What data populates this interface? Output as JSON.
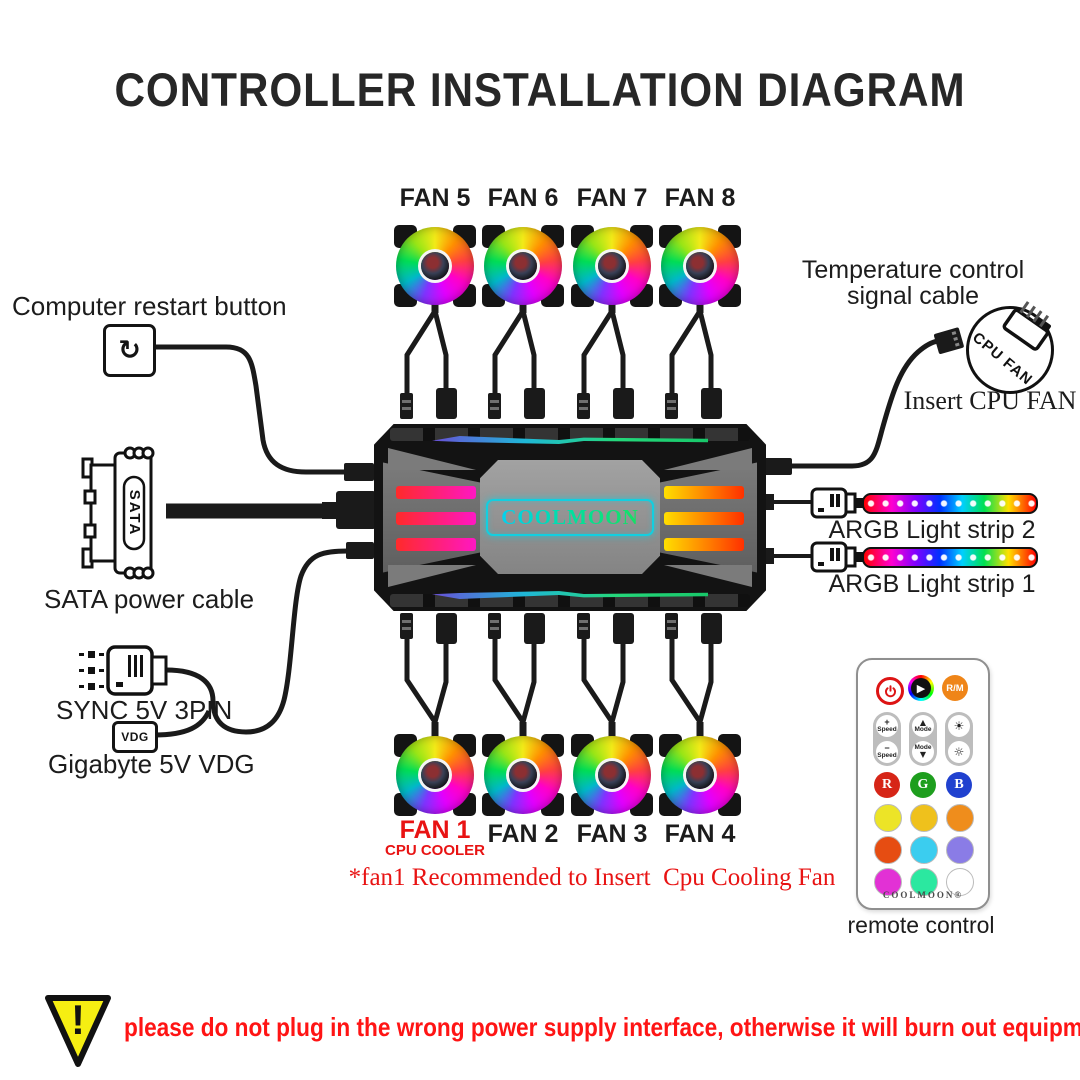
{
  "title": "CONTROLLER INSTALLATION DIAGRAM",
  "fans": {
    "top": [
      "FAN 5",
      "FAN 6",
      "FAN 7",
      "FAN 8"
    ],
    "bottom": [
      "FAN 1",
      "FAN 2",
      "FAN 3",
      "FAN 4"
    ],
    "fan1_sub": "CPU COOLER"
  },
  "left": {
    "restart_label": "Computer restart button",
    "restart_icon_glyph": "↻",
    "sata_connector_text": "SATA",
    "sata_label": "SATA power cable",
    "sync_label": "SYNC 5V 3PIN",
    "vdg_connector_text": "VDG",
    "vdg_label": "Gigabyte 5V VDG"
  },
  "right": {
    "temp_line1": "Temperature control",
    "temp_line2": "signal cable",
    "cpu_fan_circle_text": "CPU FAN",
    "insert_cpu_fan": "Insert CPU FAN",
    "argb_strip2_label": "ARGB Light strip 2",
    "argb_strip1_label": "ARGB Light strip 1"
  },
  "controller": {
    "brand": "COOLMOON"
  },
  "remote": {
    "label": "remote control",
    "brand": "COOLMOON®",
    "rm_button": "R/M",
    "rm_color": "#ef8518",
    "play_glyph": "▶",
    "speed_plus": "+",
    "speed_minus": "−",
    "speed_word": "Speed",
    "mode_word": "Mode",
    "arrow_up": "▲",
    "arrow_down": "▼",
    "sun_bright": "☀",
    "sun_dim": "☼",
    "rgb_buttons": [
      {
        "label": "R",
        "color": "#d62517"
      },
      {
        "label": "G",
        "color": "#1e9e1e"
      },
      {
        "label": "B",
        "color": "#2041cf"
      }
    ],
    "palette_rows": [
      [
        "#ece427",
        "#efc11c",
        "#ef8d1c"
      ],
      [
        "#e64d12",
        "#3bcdef",
        "#8a7ce6"
      ],
      [
        "#e231d5",
        "#2be8a0",
        "#ffffff"
      ]
    ]
  },
  "note": "*fan1 Recommended to Insert  Cpu Cooling Fan",
  "warning": {
    "icon": "!",
    "text": "please do not plug in the wrong power supply interface, otherwise it will burn out equipment !"
  },
  "colors": {
    "note_red": "#e81313",
    "warning_red": "#ff1414"
  }
}
